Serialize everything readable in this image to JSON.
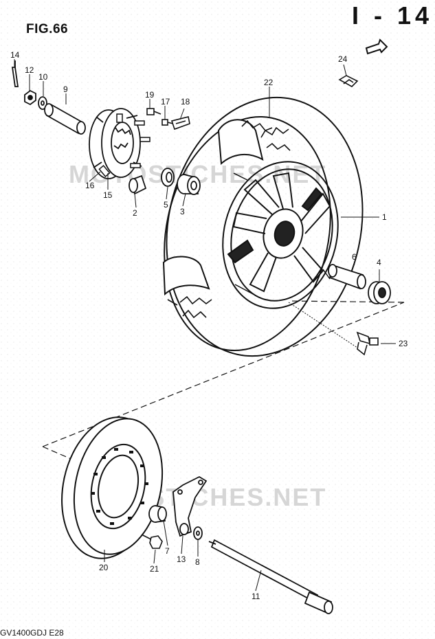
{
  "figure": {
    "title": "FIG.66",
    "page_id": "I - 14",
    "model_code": "GV1400GDJ E28",
    "watermark_text": "MOTOSTICHES.NET"
  },
  "callouts": {
    "c1": "1",
    "c2": "2",
    "c3": "3",
    "c4": "4",
    "c5": "5",
    "c6": "6",
    "c7": "7",
    "c8": "8",
    "c9": "9",
    "c10": "10",
    "c11": "11",
    "c12": "12",
    "c13": "13",
    "c14": "14",
    "c15": "15",
    "c16": "16",
    "c17": "17",
    "c18": "18",
    "c19": "19",
    "c20": "20",
    "c21": "21",
    "c22": "22",
    "c23": "23",
    "c24": "24"
  },
  "icons": {
    "page_arrow": "arrow-right-icon"
  }
}
